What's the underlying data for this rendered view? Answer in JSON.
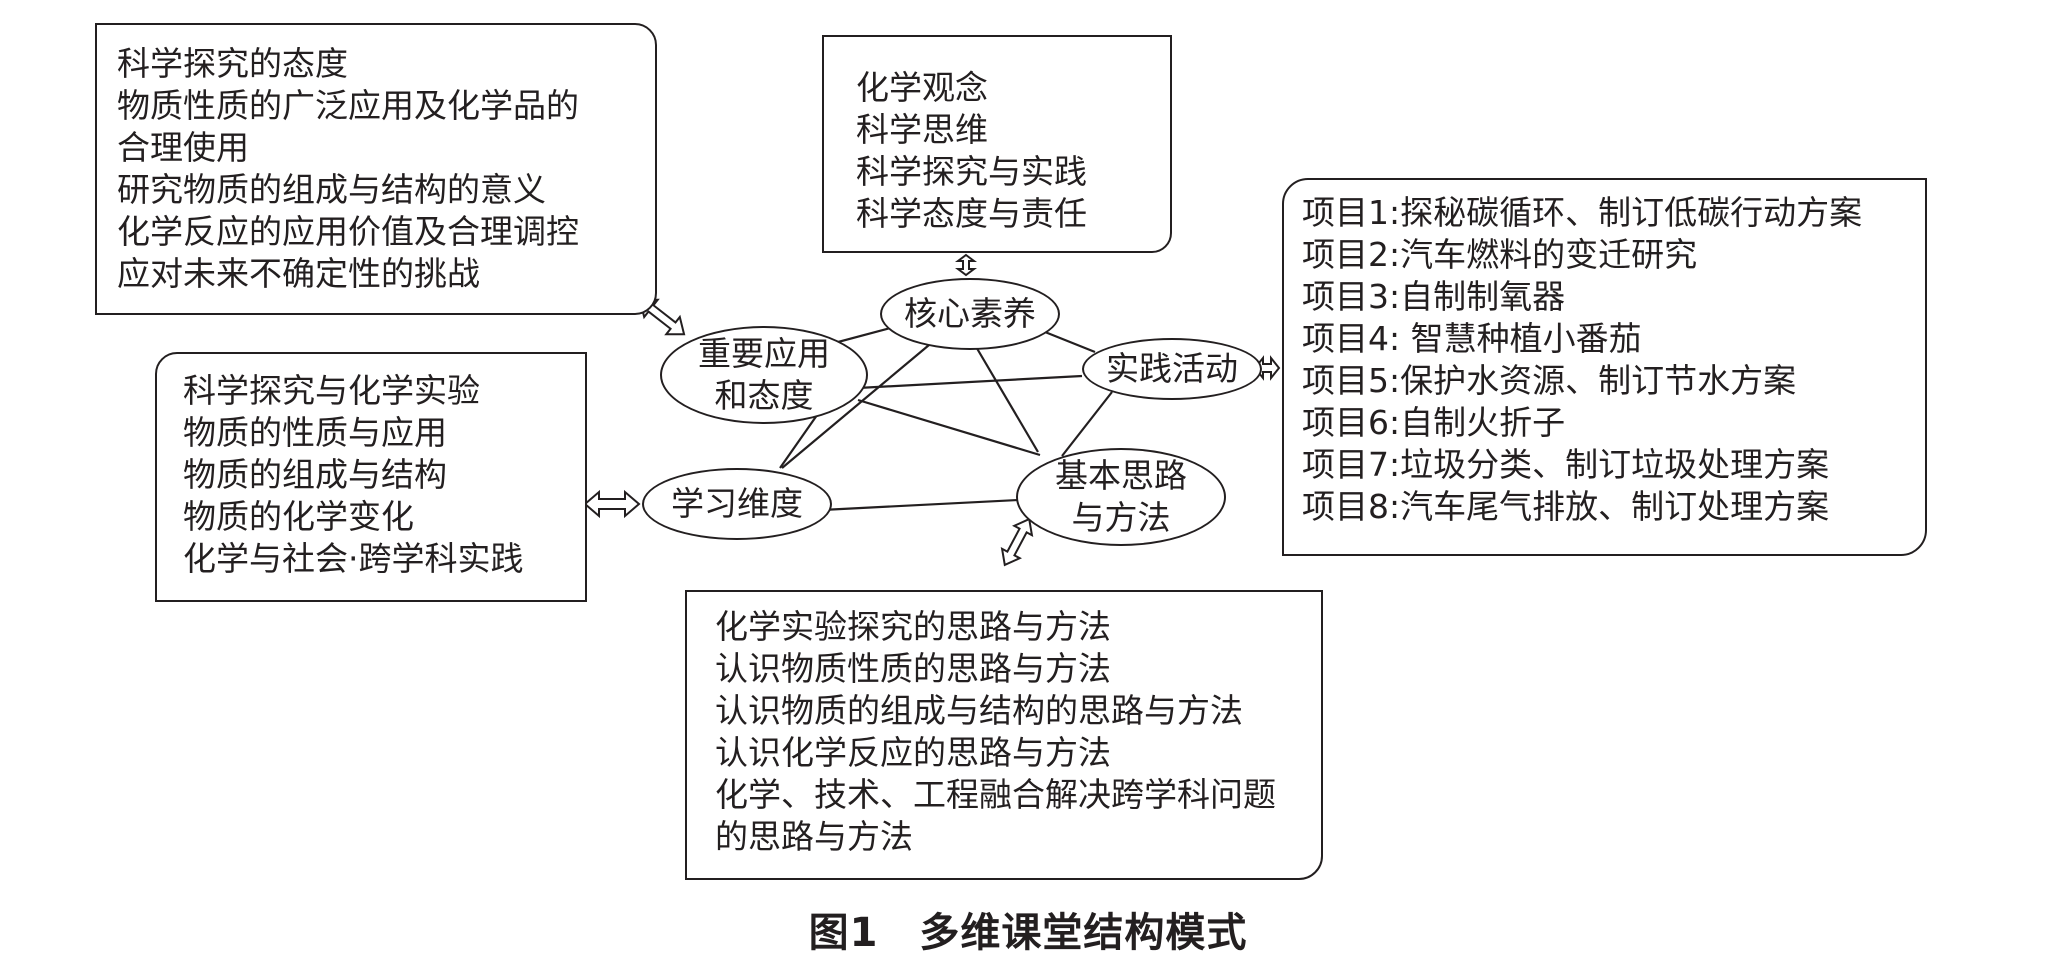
{
  "boxes": {
    "attitude": [
      "科学探究的态度",
      "物质性质的广泛应用及化学品的",
      "合理使用",
      "研究物质的组成与结构的意义",
      "化学反应的应用价值及合理调控",
      "应对未来不确定性的挑战"
    ],
    "core": [
      "化学观念",
      "科学思维",
      "科学探究与实践",
      "科学态度与责任"
    ],
    "projects": [
      "项目1:探秘碳循环、制订低碳行动方案",
      "项目2:汽车燃料的变迁研究",
      "项目3:自制制氧器",
      "项目4: 智慧种植小番茄",
      "项目5:保护水资源、制订节水方案",
      "项目6:自制火折子",
      "项目7:垃圾分类、制订垃圾处理方案",
      "项目8:汽车尾气排放、制订处理方案"
    ],
    "learning": [
      "科学探究与化学实验",
      "物质的性质与应用",
      "物质的组成与结构",
      "物质的化学变化",
      "化学与社会·跨学科实践"
    ],
    "methods": [
      "化学实验探究的思路与方法",
      "认识物质性质的思路与方法",
      "认识物质的组成与结构的思路与方法",
      "认识化学反应的思路与方法",
      "化学、技术、工程融合解决跨学科问题",
      "的思路与方法"
    ]
  },
  "nodes": {
    "core_literacy": [
      "核心素养"
    ],
    "application": [
      "重要应用",
      "和态度"
    ],
    "practice": [
      "实践活动"
    ],
    "learning_dimension": [
      "学习维度"
    ],
    "basic_methods": [
      "基本思路",
      "与方法"
    ]
  },
  "caption": "图1　多维课堂结构模式"
}
